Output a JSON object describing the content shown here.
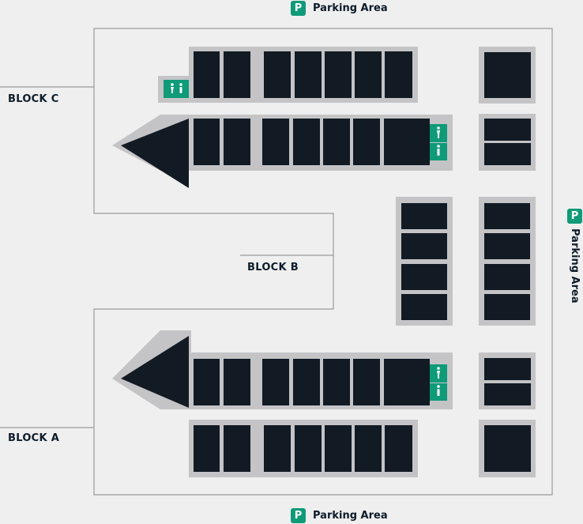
{
  "parking": {
    "icon_letter": "P",
    "top_label": "Parking Area",
    "right_label": "Parking Area",
    "bottom_label": "Parking Area"
  },
  "blocks": {
    "c_label": "BLOCK C",
    "b_label": "BLOCK B",
    "a_label": "BLOCK A"
  },
  "colors": {
    "background": "#efefef",
    "outline": "#9a9a9a",
    "platform": "#c4c4c6",
    "building": "#121a24",
    "accent": "#0f9a78",
    "text": "#0d1b2a"
  },
  "icons": {
    "parking": "parking-icon",
    "restroom": "restroom-icon"
  }
}
